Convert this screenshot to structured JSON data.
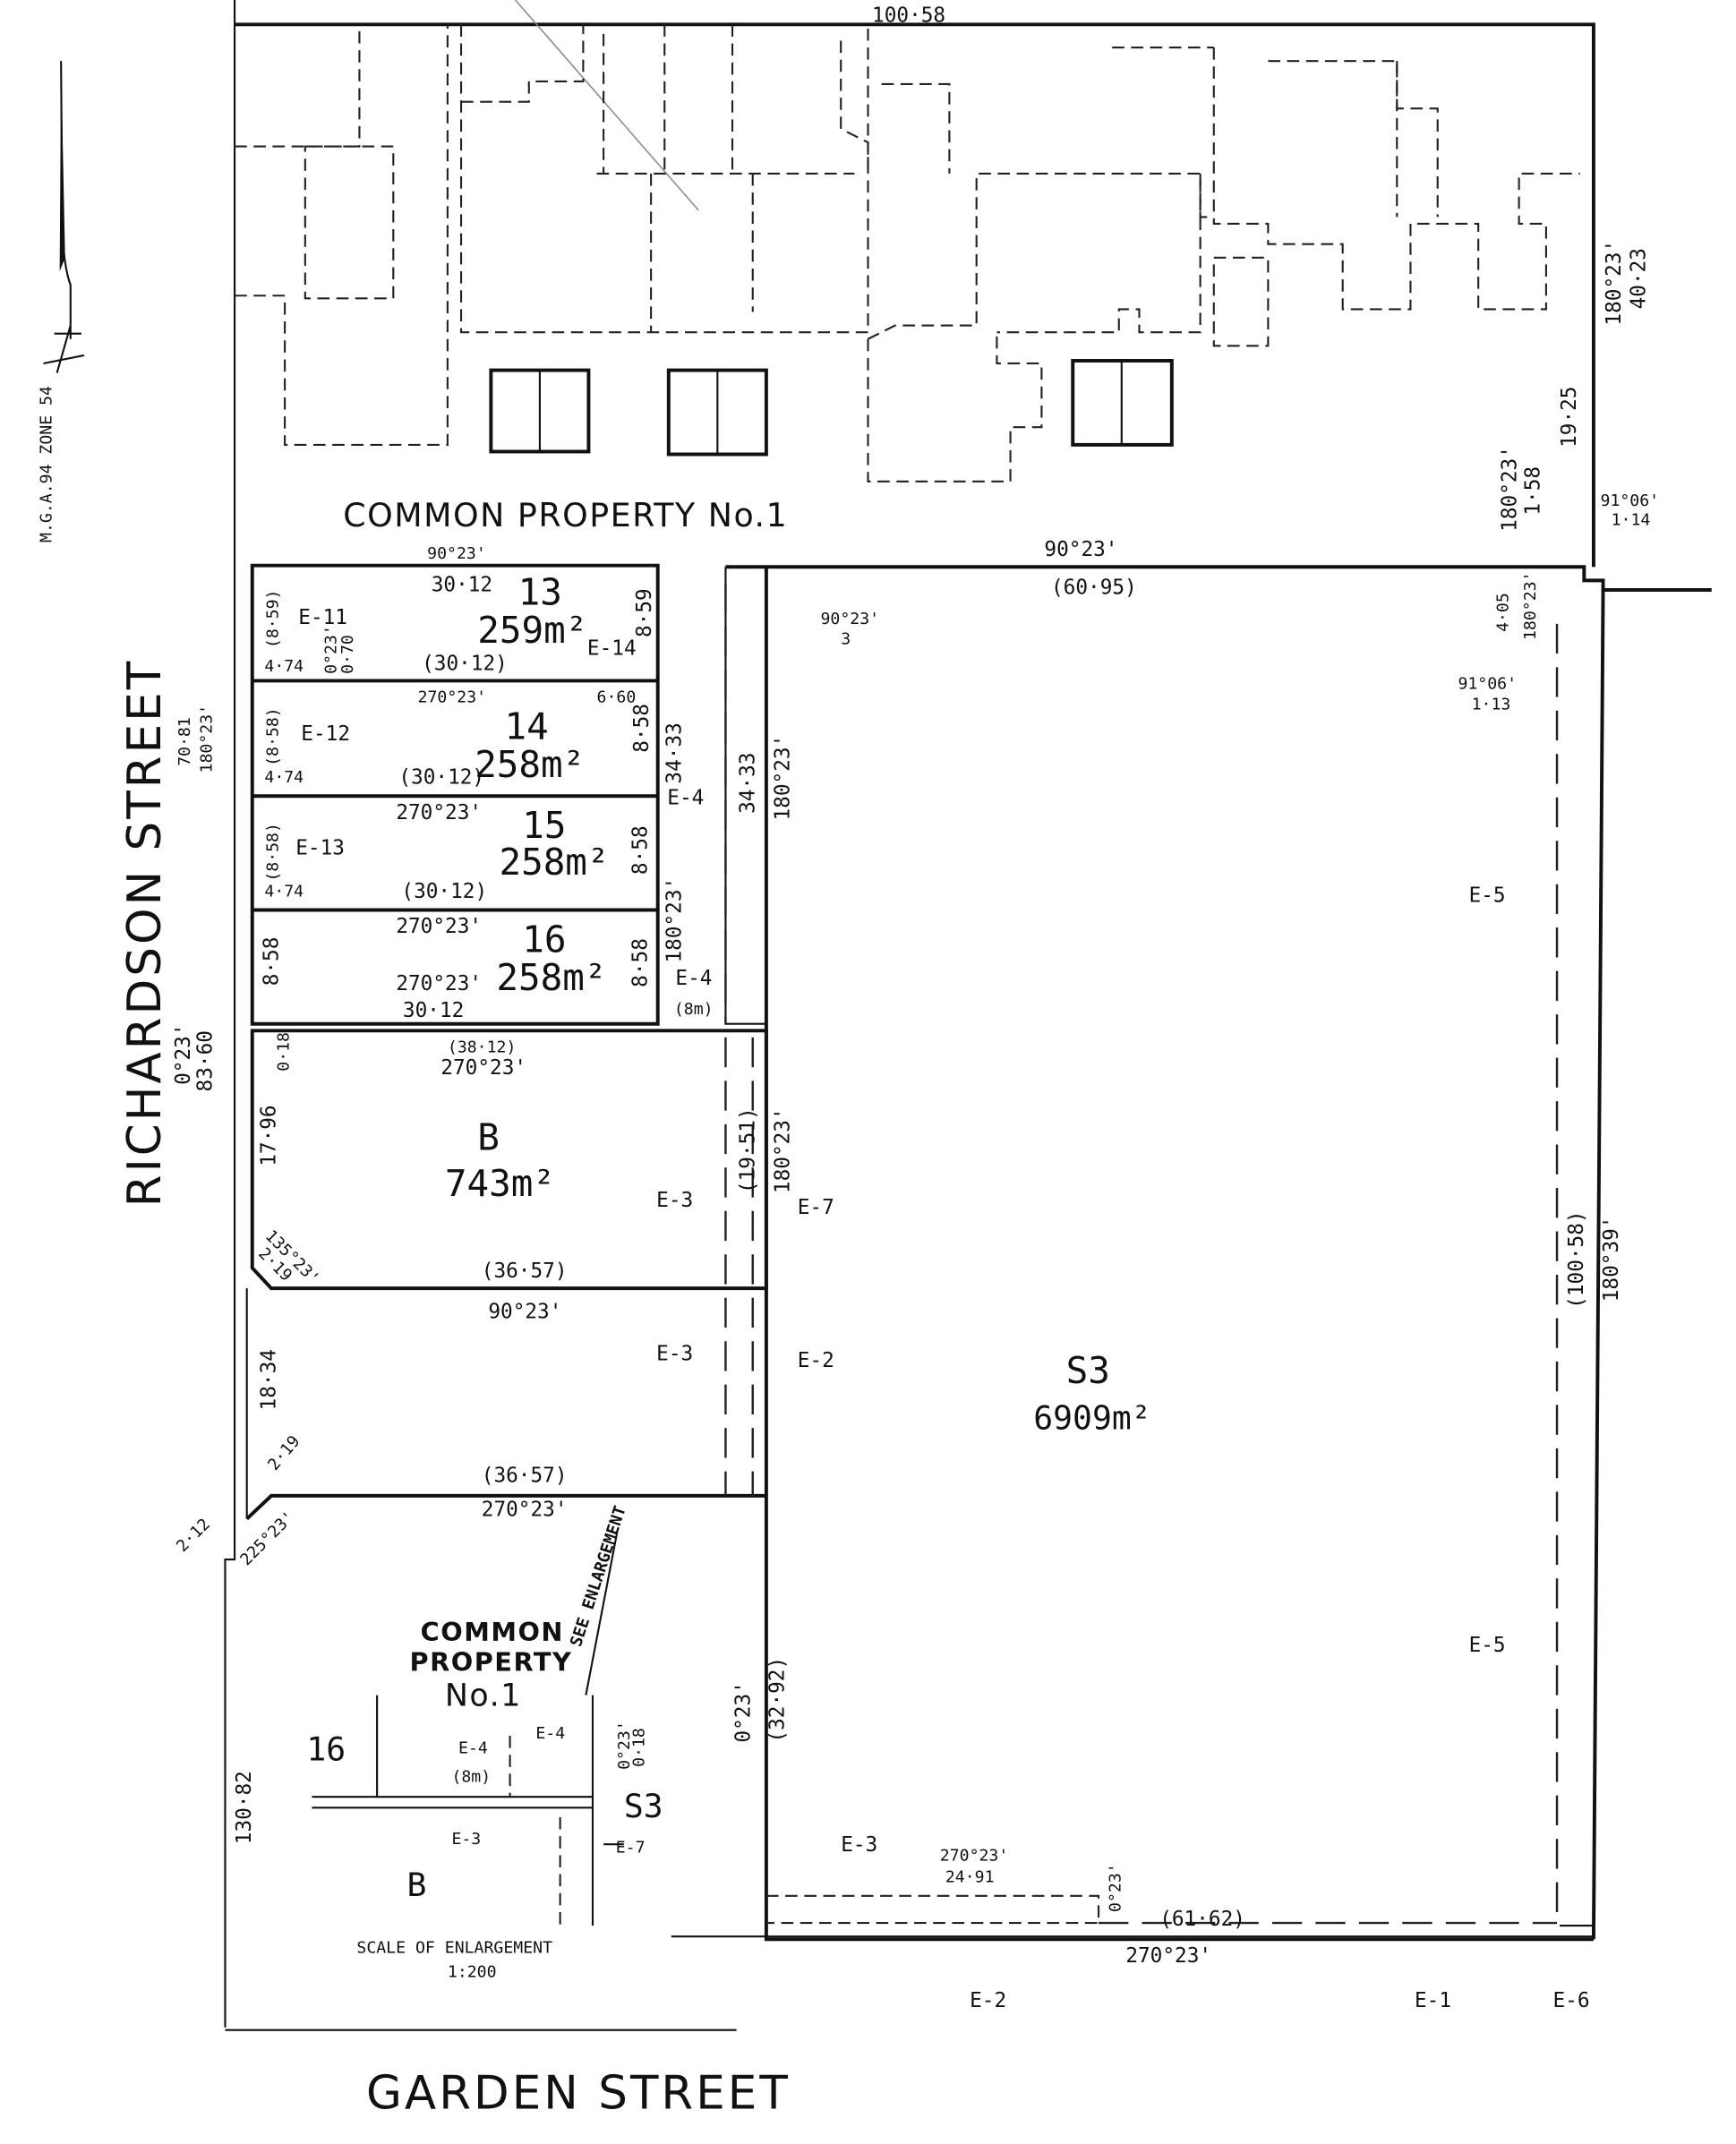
{
  "streets": {
    "richardson": "RICHARDSON STREET",
    "garden": "GARDEN STREET"
  },
  "north_arrow": {
    "label": "M.G.A.94 ZONE 54"
  },
  "common_property": {
    "main": "COMMON PROPERTY No.1",
    "enl_line1": "COMMON",
    "enl_line2": "PROPERTY",
    "enl_line3": "No.1"
  },
  "see_enlargement": "SEE ENLARGEMENT",
  "scale": {
    "line1": "SCALE OF ENLARGEMENT",
    "line2": "1:200"
  },
  "lots": [
    {
      "number": "13",
      "area": "259m²"
    },
    {
      "number": "14",
      "area": "258m²"
    },
    {
      "number": "15",
      "area": "258m²"
    },
    {
      "number": "16",
      "area": "258m²"
    },
    {
      "number": "B",
      "area": "743m²"
    },
    {
      "number": "S3",
      "area": "6909m²"
    }
  ],
  "enlargement_labels": {
    "lot16": "16",
    "s3": "S3",
    "b": "B",
    "e4a": "E-4",
    "e4b": "E-4",
    "e4_8m": "(8m)",
    "e3": "E-3",
    "e7": "E-7",
    "bearing": "0°23'",
    "dist": "0·18"
  },
  "dimensions": {
    "top": "100·58",
    "right_bear": "180°23'",
    "right_dist": "40·23",
    "r_19_25": "19·25",
    "c1_bear": "180°23'",
    "c1_dist": "1·58",
    "c2_bear": "91°06'",
    "c2_dist": "1·14",
    "c3_bear": "180°23'",
    "c3_dist": "4·05",
    "c4_bear": "91°06'",
    "c4_dist": "1·13",
    "s3_top_bear": "90°23'",
    "s3_top_dist": "(60·95)",
    "s3_tl_bear": "90°23'",
    "s3_tl_dist": "3",
    "lot13_top_bear": "90°23'",
    "lot13_top": "30·12",
    "lot13_bot": "(30·12)",
    "lot13_left": "(8·59)",
    "lot13_right": "8·59",
    "lot13_e": "E-11",
    "lot13_e14": "E-14",
    "lot13_474": "4·74",
    "lot14_bear": "270°23'",
    "lot14_bot": "(30·12)",
    "lot14_left": "(8·58)",
    "lot14_right": "8·58",
    "lot14_e": "E-12",
    "lot14_660": "6·60",
    "lot14_474": "4·74",
    "lot15_bear": "270°23'",
    "lot15_bot": "(30·12)",
    "lot15_left": "(8·58)",
    "lot15_right": "8·58",
    "lot15_e": "E-13",
    "lot15_474": "4·74",
    "lot16_bear1": "270°23'",
    "lot16_bear2": "270°23'",
    "lot16_bot": "30·12",
    "lot16_left": "8·58",
    "lot16_right": "8·58",
    "small_bear": "0°23'",
    "small_dist": "0·70",
    "e4_dist1": "34·33",
    "e4_dist2": "34·33",
    "e4_label": "E-4",
    "e4_bear": "180°23'",
    "e4_label2": "E-4",
    "e4_8m": "(8m)",
    "s3_left_bear": "180°23'",
    "richardson_bear1": "180°23'",
    "richardson_dist1": "70·81",
    "richardson_bear2": "0°23'",
    "richardson_dist2": "83·60",
    "b_top1": "(38·12)",
    "b_top2": "270°23'",
    "b_018": "0·18",
    "b_left": "17·96",
    "b_corner_bear": "135°23'",
    "b_corner_dist": "2·19",
    "b_bot1": "(36·57)",
    "b_bot2": "90°23'",
    "b_right": "(19·51)",
    "b_right_bear": "180°23'",
    "e3a": "E-3",
    "e7": "E-7",
    "e3b": "E-3",
    "e2a": "E-2",
    "cp_left": "18·34",
    "cp_219": "2·19",
    "cp_bot1": "(36·57)",
    "cp_bot2": "270°23'",
    "cp_212": "2·12",
    "cp_225": "225°23'",
    "s3_lower_left_bear": "0°23'",
    "s3_lower_left_dist": "(32·92)",
    "s3_right_dist": "(100·58)",
    "s3_right_bear": "180°39'",
    "e5a": "E-5",
    "e5b": "E-5",
    "bottom_e3": "E-3",
    "bottom_bear": "270°23'",
    "bottom_dist": "24·91",
    "bottom_small_bear": "0°23'",
    "bottom_main_dist": "(61·62)",
    "bottom_main_bear": "270°23'",
    "e2b": "E-2",
    "e1": "E-1",
    "e6": "E-6",
    "left_130": "130·82"
  }
}
